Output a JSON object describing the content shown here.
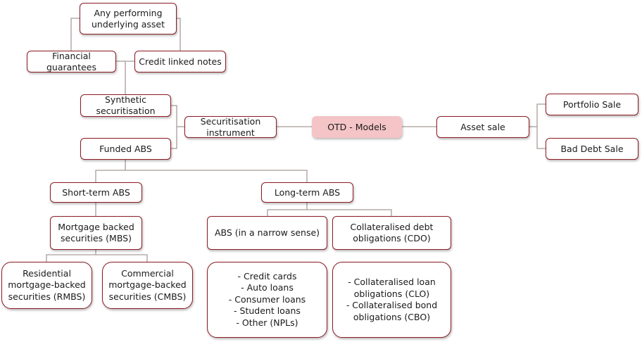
{
  "colors": {
    "border": "#8b1c24",
    "hub_fill": "#f4c4c6",
    "connector": "#a89c98"
  },
  "nodes": {
    "any_asset": "Any performing\nunderlying asset",
    "fin_guarantees": "Financial\nguarantees",
    "credit_notes": "Credit linked notes",
    "synthetic": "Synthetic\nsecuritisation",
    "sec_instrument": "Securitisation\ninstrument",
    "otd": "OTD - Models",
    "asset_sale": "Asset sale",
    "portfolio_sale": "Portfolio Sale",
    "bad_debt": "Bad Debt Sale",
    "funded_abs": "Funded ABS",
    "short_abs": "Short-term ABS",
    "long_abs": "Long-term ABS",
    "mbs": "Mortgage backed\nsecurities (MBS)",
    "abs_narrow": "ABS (in a narrow sense)",
    "cdo": "Collateralised debt\nobligations (CDO)",
    "rmbs": "Residential\nmortgage-backed\nsecurities (RMBS)",
    "cmbs": "Commercial\nmortgage-backed\nsecurities (CMBS)",
    "narrow_list": "- Credit cards\n- Auto loans\n- Consumer loans\n- Student loans\n- Other (NPLs)",
    "cdo_list": "- Collateralised loan\nobligations (CLO)\n- Collateralised bond\nobligations (CBO)"
  }
}
